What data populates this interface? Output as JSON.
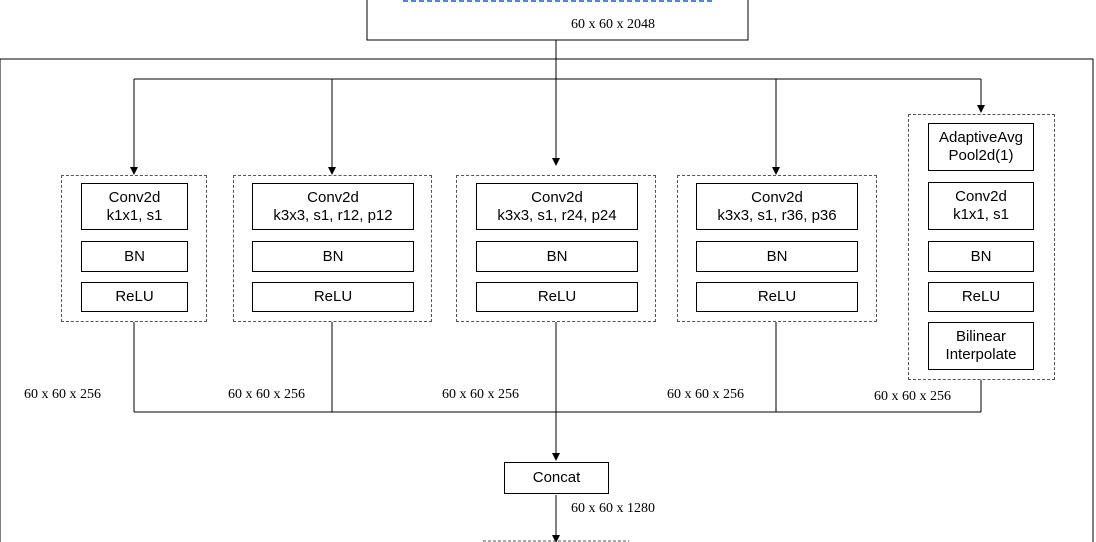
{
  "input": {
    "dims": "60 x 60 x 2048"
  },
  "branches": [
    {
      "conv": "Conv2d\nk1x1, s1",
      "bn": "BN",
      "relu": "ReLU",
      "dims": "60 x 60 x 256"
    },
    {
      "conv": "Conv2d\nk3x3, s1, r12, p12",
      "bn": "BN",
      "relu": "ReLU",
      "dims": "60 x 60 x 256"
    },
    {
      "conv": "Conv2d\nk3x3, s1, r24, p24",
      "bn": "BN",
      "relu": "ReLU",
      "dims": "60 x 60 x 256"
    },
    {
      "conv": "Conv2d\nk3x3, s1, r36, p36",
      "bn": "BN",
      "relu": "ReLU",
      "dims": "60 x 60 x 256"
    }
  ],
  "pool_branch": {
    "pool": "AdaptiveAvg\nPool2d(1)",
    "conv": "Conv2d\nk1x1, s1",
    "bn": "BN",
    "relu": "ReLU",
    "interp": "Bilinear\nInterpolate",
    "dims": "60 x 60 x 256"
  },
  "concat": {
    "label": "Concat",
    "dims": "60 x 60 x 1280"
  },
  "colors": {
    "line": "#000000",
    "group_border": "#555555",
    "blue_dash": "#4a86e8"
  }
}
